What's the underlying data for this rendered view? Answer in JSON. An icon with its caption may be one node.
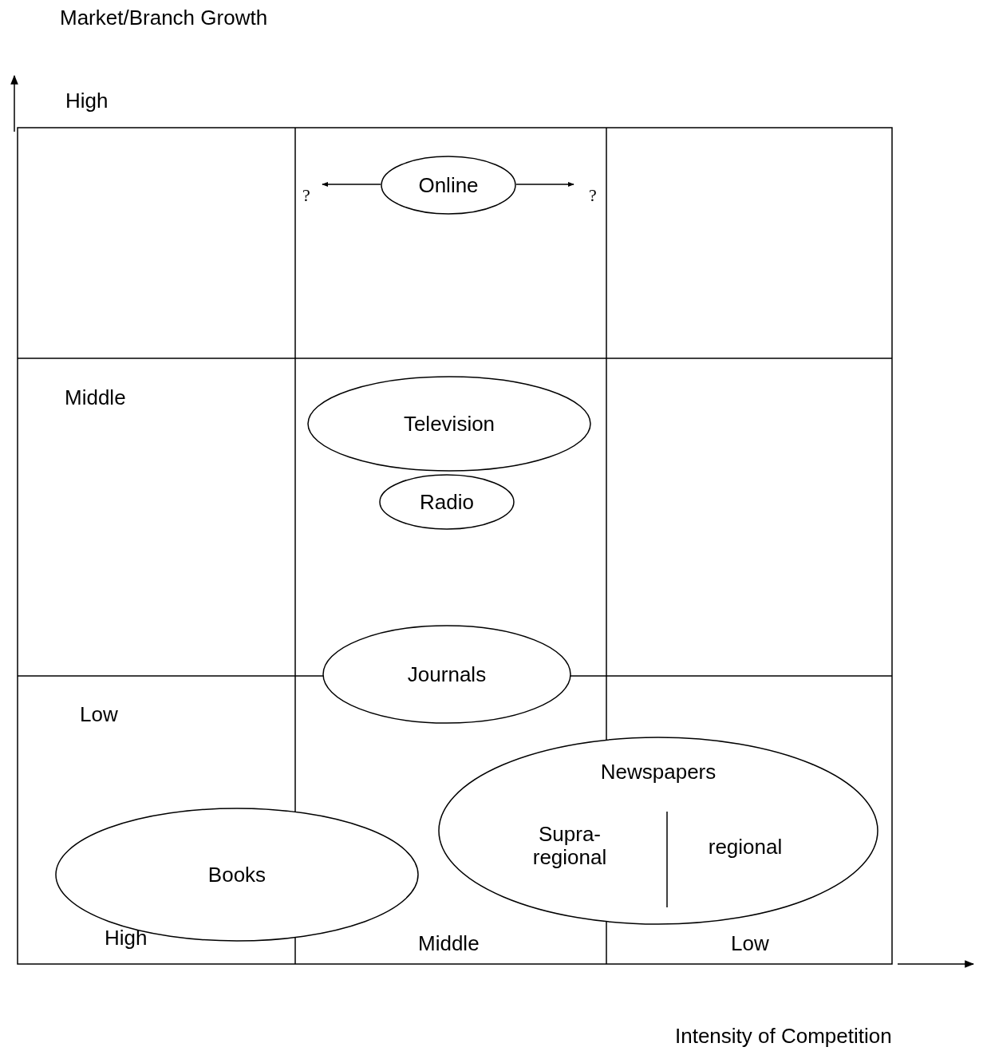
{
  "diagram": {
    "nodes": [
      {
        "text": [
          "?"
        ]
      },
      {
        "text": [
          "Online"
        ]
      },
      {
        "text": [
          "?"
        ]
      },
      {
        "text": [
          "Television"
        ]
      },
      {
        "text": [
          "Radio"
        ]
      },
      {
        "text": [
          "Journals"
        ]
      },
      {
        "text": [
          "Newspapers",
          "Supra-regional",
          "regional"
        ]
      },
      {
        "text": [
          "Books"
        ]
      }
    ],
    "edges": [
      {
        "from": 1,
        "to": 0,
        "arrow": "to"
      },
      {
        "from": 1,
        "to": 2,
        "arrow": "to"
      }
    ],
    "labels": [
      "Market/Branch Growth",
      "High",
      "Middle",
      "Low",
      "High",
      "Middle",
      "Low",
      "Intensity of Competition"
    ]
  }
}
